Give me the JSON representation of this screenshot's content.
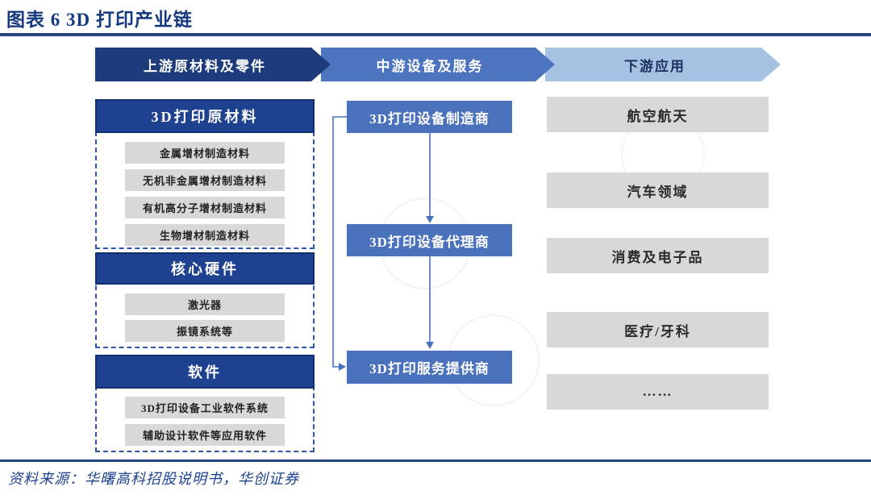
{
  "figure": {
    "title": "图表 6  3D 打印产业链",
    "source": "资料来源：华曙高科招股说明书，华创证券"
  },
  "chain_headers": [
    {
      "label": "上游原材料及零件"
    },
    {
      "label": "中游设备及服务"
    },
    {
      "label": "下游应用"
    }
  ],
  "upstream": {
    "sections": [
      {
        "title": "3D打印原材料",
        "items": [
          "金属增材制造材料",
          "无机非金属增材制造材料",
          "有机高分子增材制造材料",
          "生物增材制造材料"
        ]
      },
      {
        "title": "核心硬件",
        "items": [
          "激光器",
          "振镜系统等"
        ]
      },
      {
        "title": "软件",
        "items": [
          "3D打印设备工业软件系统",
          "辅助设计软件等应用软件"
        ]
      }
    ]
  },
  "midstream": {
    "nodes": [
      "3D打印设备制造商",
      "3D打印设备代理商",
      "3D打印服务提供商"
    ]
  },
  "downstream": {
    "applications": [
      "航空航天",
      "汽车领域",
      "消费及电子品",
      "医疗/牙科",
      "……"
    ]
  },
  "colors": {
    "title_navy": "#15397e",
    "upstream_arrow": "#1e3c7c",
    "midstream_arrow": "#4d74be",
    "downstream_arrow": "#a6c2e2",
    "section_header": "#1e4190",
    "section_header_border": "#10306f",
    "dashed_border": "#2f55a5",
    "mid_node": "#4a71bc",
    "gray_box": "#d8d8d8",
    "connector": "#4a72bd"
  }
}
